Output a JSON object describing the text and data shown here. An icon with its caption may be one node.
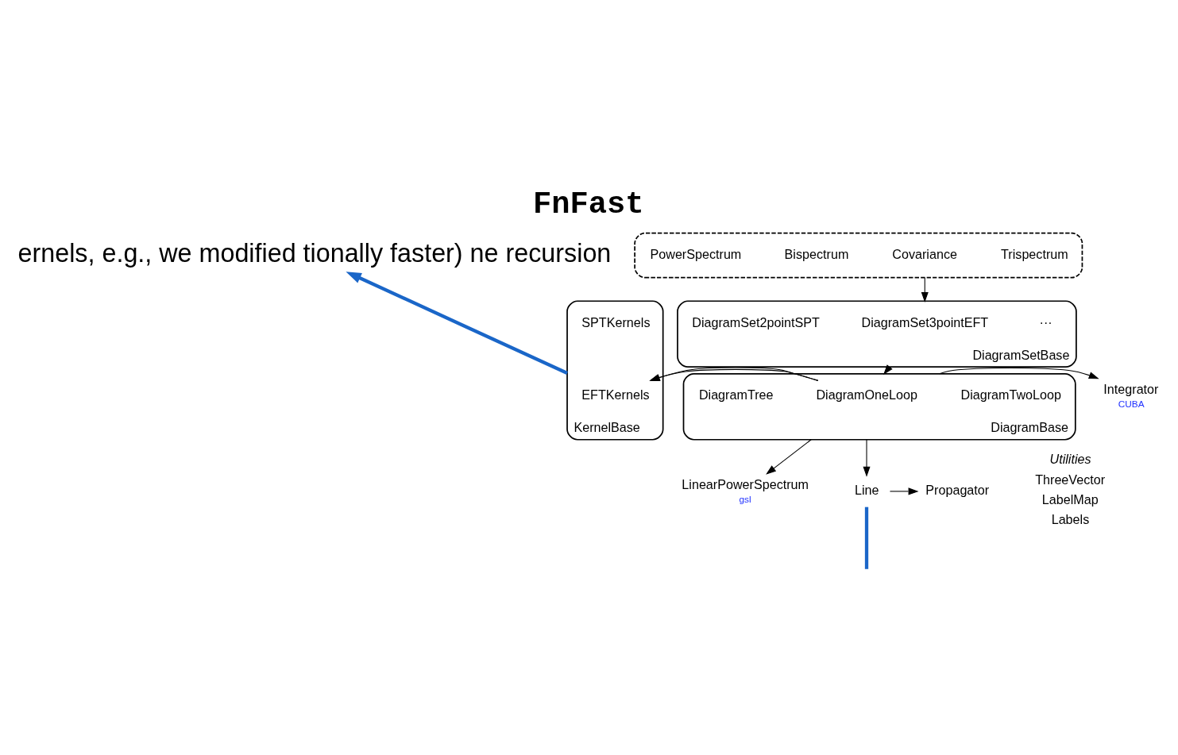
{
  "diagram": {
    "title": "FnFast",
    "nodes": [
      {
        "text": [
          "ernels, e.g., we modified tionally faster) ne recursion"
        ]
      },
      {
        "text": [],
        "shape": "box"
      },
      {
        "text": [
          "PowerSpectrum"
        ],
        "in": 1
      },
      {
        "text": [
          "Bispectrum"
        ],
        "in": 1
      },
      {
        "text": [
          "Covariance"
        ],
        "in": 1
      },
      {
        "text": [
          "Trispectrum"
        ],
        "in": 1
      },
      {
        "text": [
          "DiagramSetBase"
        ]
      },
      {
        "text": [
          "DiagramSet2pointSPT"
        ],
        "in": 6
      },
      {
        "text": [
          "DiagramSet3pointEFT"
        ],
        "in": 6
      },
      {
        "text": [
          "···"
        ],
        "in": 6
      },
      {
        "text": [
          "DiagramBase"
        ]
      },
      {
        "text": [
          "DiagramTree"
        ],
        "in": 10
      },
      {
        "text": [
          "DiagramOneLoop"
        ],
        "in": 10
      },
      {
        "text": [
          "DiagramTwoLoop"
        ],
        "in": 10
      },
      {
        "text": [
          "KernelBase"
        ]
      },
      {
        "text": [
          "SPTKernels"
        ],
        "in": 14
      },
      {
        "text": [
          "EFTKernels"
        ],
        "in": 14
      },
      {
        "text": [
          "Integrator",
          "CUBA"
        ]
      },
      {
        "text": [
          "LinearPowerSpectrum",
          "gsl"
        ]
      },
      {
        "text": [
          "Line"
        ]
      },
      {
        "text": [
          "Propagator"
        ]
      }
    ],
    "edges": [
      {
        "from": 1,
        "to": 6,
        "arrow": "to"
      },
      {
        "from": 6,
        "to": 10,
        "arrow": "to"
      },
      {
        "from": 10,
        "to": 14,
        "arrow": "to"
      },
      {
        "from": 10,
        "to": 17,
        "arrow": "to"
      },
      {
        "from": 10,
        "to": 18,
        "arrow": "to"
      },
      {
        "from": 10,
        "to": 19,
        "arrow": "to"
      },
      {
        "from": 19,
        "to": 20,
        "arrow": "to"
      },
      {
        "from": 14,
        "to": 0,
        "arrow": "to",
        "style": "thick",
        "color": "#1a66c8"
      },
      {
        "from": 19,
        "to": null,
        "arrow": "none",
        "style": "thick",
        "color": "#1a66c8"
      }
    ],
    "labels": [
      "Utilities",
      "ThreeVector",
      "LabelMap",
      "Labels"
    ]
  }
}
